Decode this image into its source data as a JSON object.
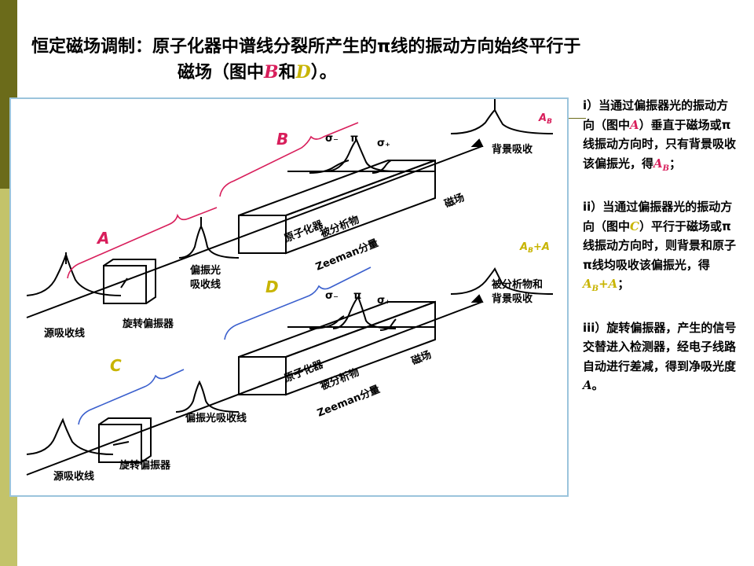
{
  "slide": {
    "title": {
      "line1_a": "恒定磁场调制：原子化器中谱线分裂所产生的",
      "line1_pi": "π",
      "line1_b": "线的振动方向始终平行于",
      "line2_a": "磁场（图中",
      "line2_B": "B",
      "line2_and": "和",
      "line2_D": "D",
      "line2_end": "）。"
    },
    "colors": {
      "accent_dark": "#6b6b1a",
      "accent_light": "#c3c36a",
      "red": "#d81e5b",
      "gold": "#c8b400",
      "blue": "#3a5fcd",
      "frame": "#9bc4dc"
    },
    "diagram": {
      "letter_A": "A",
      "letter_B": "B",
      "letter_C": "C",
      "letter_D": "D",
      "AB_A": "A",
      "AB_sub": "B",
      "ABA_A": "A",
      "ABA_sub": "B",
      "ABA_plus": "+A",
      "source_line_top": "源吸收线",
      "source_line_bottom": "源吸收线",
      "rot_pol_top": "旋转偏振器",
      "rot_pol_bottom": "旋转偏振器",
      "pol_abs_line_top_1": "偏振光",
      "pol_abs_line_top_2": "吸收线",
      "pol_abs_line_bottom": "偏振光吸收线",
      "atomizer_top": "原子化器",
      "atomizer_bottom": "原子化器",
      "analyte_top": "被分析物",
      "zeeman_top": "Zeeman分量",
      "analyte_bottom": "被分析物",
      "zeeman_bottom": "Zeeman分量",
      "bg_abs": "背景吸收",
      "analyte_bg_1": "被分析物和",
      "analyte_bg_2": "背景吸收",
      "field_top": "磁场",
      "field_bottom": "磁场",
      "sigma_minus": "σ₋",
      "pi": "π",
      "sigma_plus": "σ₊"
    },
    "notes": {
      "n1_a": "i）当通过偏振器光的振动方向（图中",
      "n1_A": "A",
      "n1_b": "）垂直于磁场或π线振动方向时，只有背景吸收该偏振光，得",
      "n1_AB": "A",
      "n1_AB_sub": "B",
      "n1_end": "；",
      "n2_a": "ii）当通过偏振器光的振动方向（图中",
      "n2_C": "C",
      "n2_b": "）平行于磁场或π线振动方向时，则背景和原子π线均吸收该偏振光，得",
      "n2_AB": "A",
      "n2_AB_sub": "B",
      "n2_plus": "+A",
      "n2_end": "；",
      "n3_a": "iii）旋转偏振器，产生的信号交替进入检测器，经电子线路自动进行差减，得到净吸光度",
      "n3_A": "A",
      "n3_end": "。"
    }
  }
}
